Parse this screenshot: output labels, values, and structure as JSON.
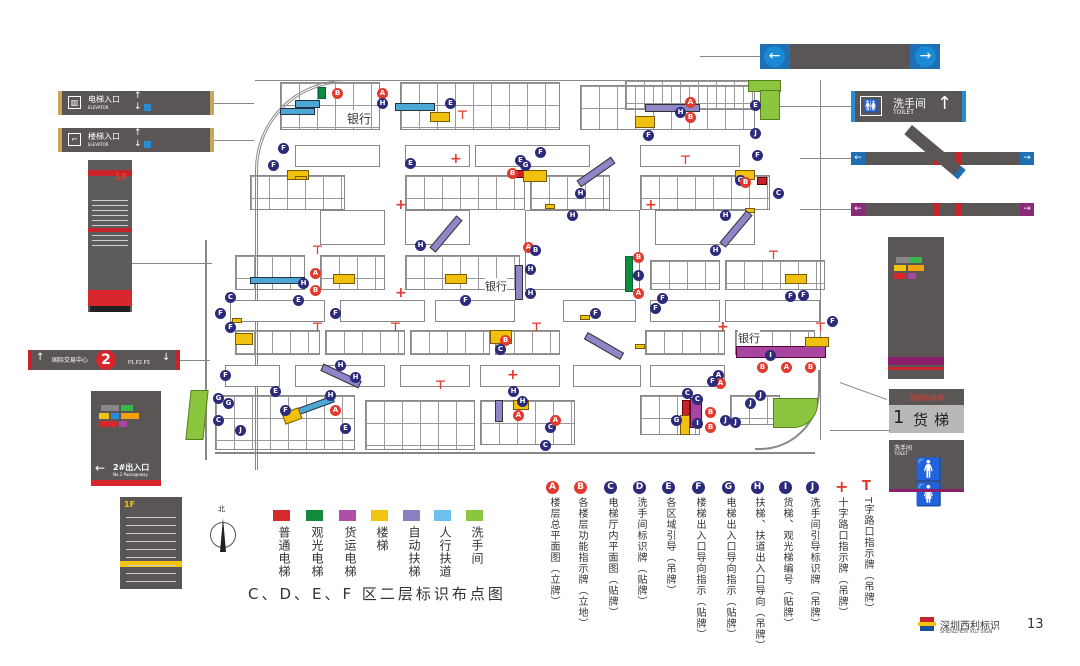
{
  "title": "C、D、E、F 区二层标识布点图",
  "page_number": "13",
  "brand": {
    "name_cn": "深圳西利标识",
    "name_en": "SHENZHEN XILI SIGN"
  },
  "compass": {
    "label": "北"
  },
  "legend_colors": [
    {
      "label": "普通电梯",
      "color": "#d42a2a"
    },
    {
      "label": "观光电梯",
      "color": "#118a3c"
    },
    {
      "label": "货运电梯",
      "color": "#b04fa8"
    },
    {
      "label": "楼梯",
      "color": "#f2c40f"
    },
    {
      "label": "自动扶梯",
      "color": "#8a80c4"
    },
    {
      "label": "人行扶道",
      "color": "#6ec0ef"
    },
    {
      "label": "洗手间",
      "color": "#8cc63f"
    }
  ],
  "legend_signs": [
    {
      "code": "A",
      "label": "楼层总平面图（立牌）",
      "color": "#e23a2e"
    },
    {
      "code": "B",
      "label": "各楼层功能指示牌（立地）",
      "color": "#e23a2e"
    },
    {
      "code": "C",
      "label": "电梯厅内平面图（贴牌）",
      "color": "#2c2a7a"
    },
    {
      "code": "D",
      "label": "洗手间标识牌（贴牌）",
      "color": "#2c2a7a"
    },
    {
      "code": "E",
      "label": "各区域引导（吊牌）",
      "color": "#2c2a7a"
    },
    {
      "code": "F",
      "label": "楼梯出入口导向指示（贴牌）",
      "color": "#2c2a7a"
    },
    {
      "code": "G",
      "label": "电梯出入口导向指示（贴牌）",
      "color": "#2c2a7a"
    },
    {
      "code": "H",
      "label": "扶梯、扶道出入口导向（吊牌）",
      "color": "#2c2a7a"
    },
    {
      "code": "I",
      "label": "货梯、观光梯编号（贴牌）",
      "color": "#2c2a7a"
    },
    {
      "code": "J",
      "label": "洗手间引导标识牌（吊牌）",
      "color": "#2c2a7a"
    },
    {
      "code": "+",
      "label": "十字路口指示牌（吊牌）",
      "color": "#e23a2e"
    },
    {
      "code": "T",
      "label": "T字路口指示牌（吊牌）",
      "color": "#e23a2e"
    }
  ],
  "plan": {
    "bank_label_1": "银行",
    "bank_label_2": "银行",
    "bank_label_3": "银行"
  },
  "signs": {
    "elevator_entrance_1": {
      "title": "电梯入口",
      "subtitle": "ELEVATOR"
    },
    "elevator_entrance_2": {
      "title": "楼梯入口",
      "subtitle": "ELEVATOR"
    },
    "floor_directory": {
      "floor": "1F"
    },
    "floor_2_hanger": {
      "left": "国际交易中心",
      "number": "2",
      "right": "P1.P2.P3"
    },
    "exit_sign": {
      "title": "2#出入口",
      "subtitle": "No.2 Passageway"
    },
    "floor_index": {
      "floor": "1F",
      "rows": [
        "7",
        "6",
        "5",
        "3E",
        "2E",
        "2",
        "1",
        "B1",
        "B2"
      ]
    },
    "toilet_hanging": {
      "title": "洗手间",
      "subtitle": "TOILET"
    },
    "cargo_lift": {
      "number": "1",
      "label": "货梯",
      "brand": "国际贸易城"
    },
    "toilet_wall": {
      "title": "洗手间",
      "subtitle": "TOILET"
    }
  }
}
